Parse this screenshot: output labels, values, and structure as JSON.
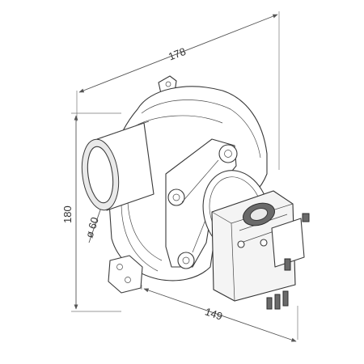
{
  "dimensions": {
    "width_label": "178",
    "height_label": "180",
    "depth_label": "149",
    "diameter_label": "ø 60"
  },
  "colors": {
    "line": "#3a3a3a",
    "dimension": "#555555",
    "shade": "#e9e9e9"
  }
}
